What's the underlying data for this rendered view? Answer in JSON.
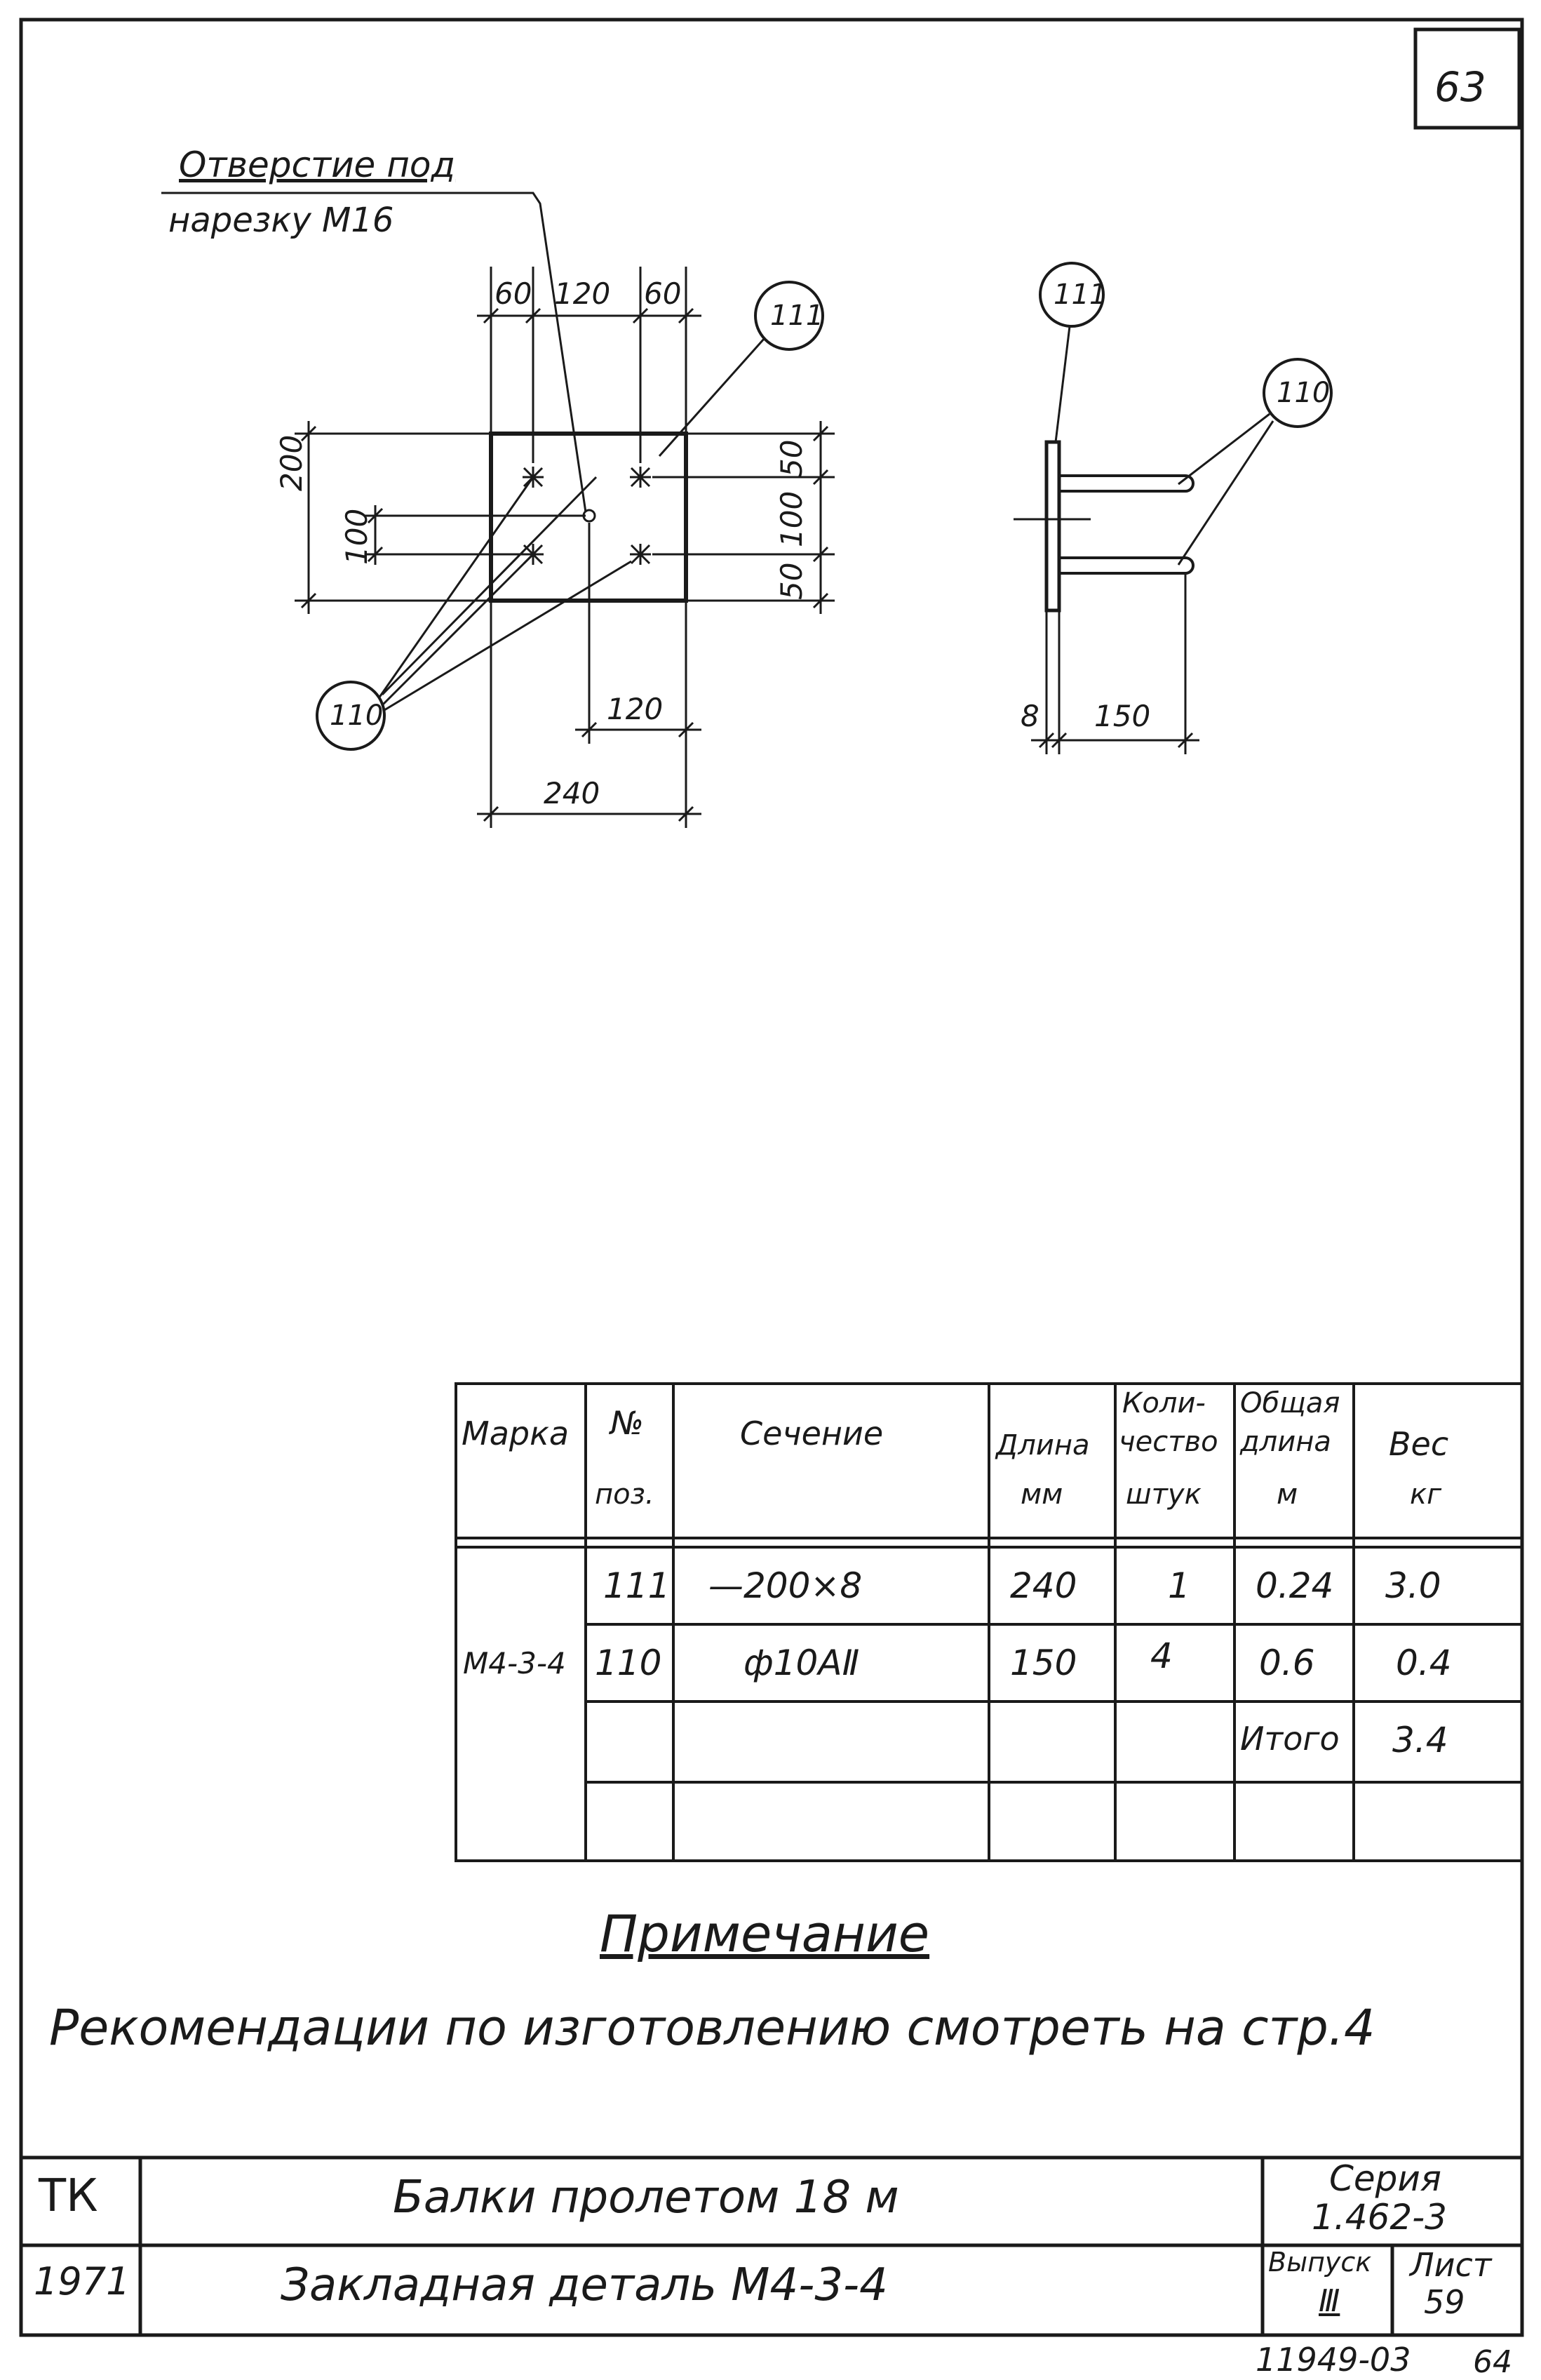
{
  "page_number": "63",
  "hole_note": {
    "line1": "Отверстие под",
    "line2": "нарезку М16"
  },
  "plan_view": {
    "dims_top": [
      "60",
      "120",
      "60"
    ],
    "dim_left_outer": "200",
    "dim_left_inner": "100",
    "dims_right": [
      "50",
      "100",
      "50"
    ],
    "dim_bottom_inner": "120",
    "dim_bottom_outer": "240",
    "callout_plate": "111",
    "callout_bars": "110"
  },
  "side_view": {
    "callout_plate": "111",
    "callout_bars": "110",
    "dim_thickness": "8",
    "dim_length": "150"
  },
  "spec_table": {
    "headers": {
      "mark": "Марка",
      "pos_line1": "№",
      "pos_line2": "поз.",
      "section": "Сечение",
      "length_line1": "Длина",
      "length_line2": "мм",
      "qty_line1": "Коли-",
      "qty_line2": "чество",
      "qty_line3": "штук",
      "total_len_line1": "Общая",
      "total_len_line2": "длина",
      "total_len_line3": "м",
      "weight_line1": "Вес",
      "weight_line2": "кг"
    },
    "mark": "М4-3-4",
    "rows": [
      {
        "pos": "111",
        "section": "—200×8",
        "length": "240",
        "qty": "1",
        "total_len": "0.24",
        "weight": "3.0"
      },
      {
        "pos": "110",
        "section": "ф10АⅡ",
        "length": "150",
        "qty": "4",
        "total_len": "0.6",
        "weight": "0.4"
      }
    ],
    "total_label": "Итого",
    "total_weight": "3.4"
  },
  "note": {
    "title": "Примечание",
    "text": "Рекомендации по изготовлению смотреть на стр.4"
  },
  "title_block": {
    "org": "ТК",
    "year": "1971",
    "title": "Балки пролетом 18 м",
    "subtitle": "Закладная деталь М4-3-4",
    "series_label": "Серия",
    "series_value": "1.462-3",
    "issue_label": "Выпуск",
    "issue_value": "Ⅲ",
    "sheet_label": "Лист",
    "sheet_value": "59"
  },
  "archive_number": "11949-03",
  "archive_page": "64"
}
